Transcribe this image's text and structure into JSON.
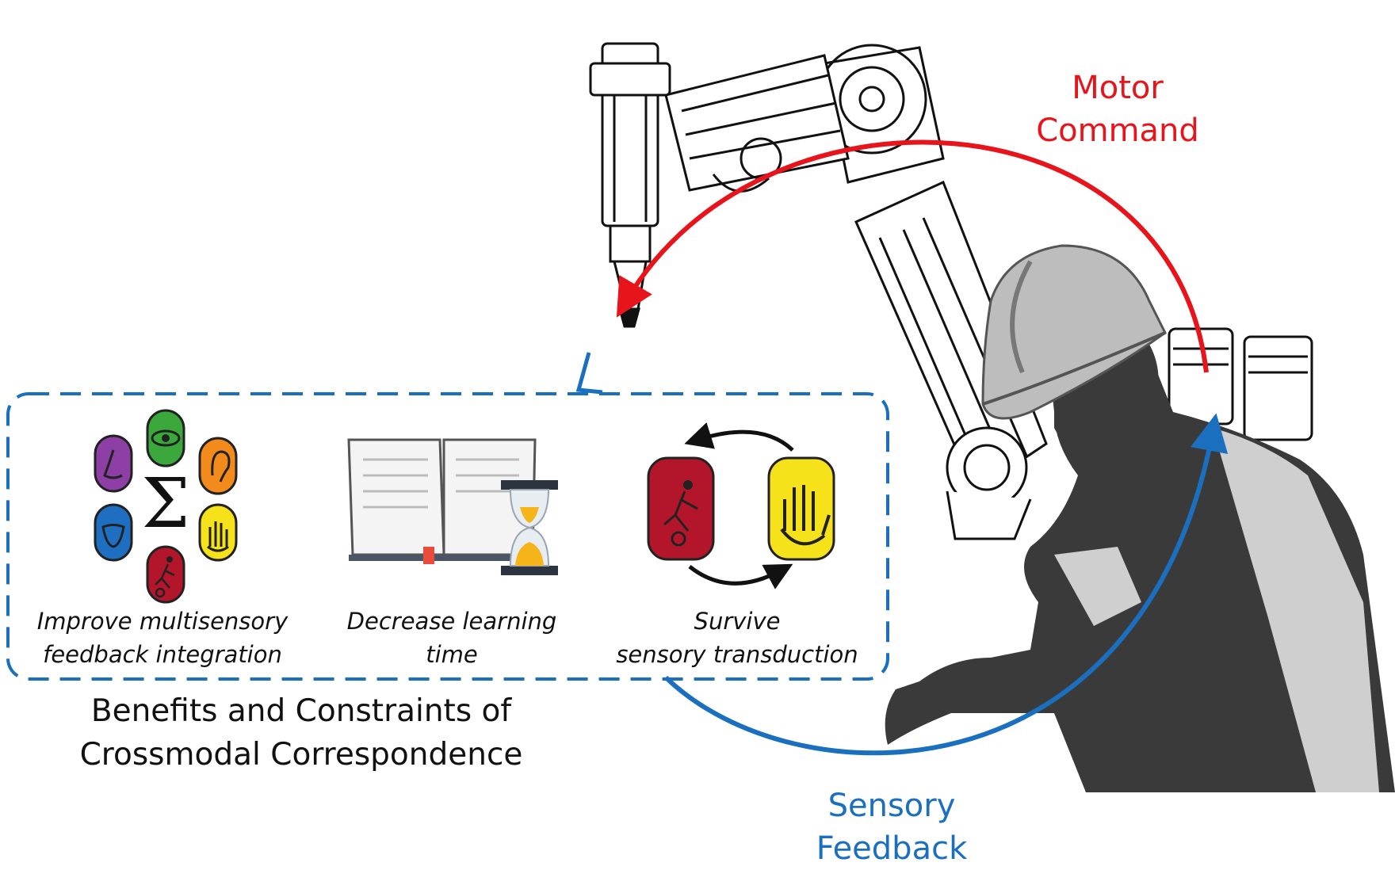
{
  "labels": {
    "motor_command": [
      "Motor",
      "Command"
    ],
    "sensory_feedback": [
      "Sensory",
      "Feedback"
    ],
    "benefit_1": [
      "Improve multisensory",
      "feedback integration"
    ],
    "benefit_2": [
      "Decrease learning",
      "time"
    ],
    "benefit_3": [
      "Survive",
      "sensory transduction"
    ],
    "section_title": [
      "Benefits and Constraints of",
      "Crossmodal Correspondence"
    ]
  },
  "colors": {
    "motor_arrow": "#e8141b",
    "feedback_arrow": "#1a6fbf",
    "box_border": "#1a6fbf",
    "nose": "#8e3fa5",
    "eye": "#3aa83a",
    "ear": "#f28a1c",
    "tongue": "#1e6fc2",
    "hand": "#f5e21a",
    "body": "#b3162a",
    "silhouette": "#3a3a3a",
    "vest": "#cfcfcf"
  },
  "icons": {
    "senses": [
      "nose-icon",
      "eye-icon",
      "ear-icon",
      "tongue-icon",
      "hand-icon",
      "proprioception-icon",
      "sigma-icon"
    ],
    "learning": [
      "open-book-icon",
      "hourglass-icon"
    ],
    "transduction": [
      "proprioception-icon",
      "hand-icon",
      "cycle-arrows-icon"
    ]
  }
}
